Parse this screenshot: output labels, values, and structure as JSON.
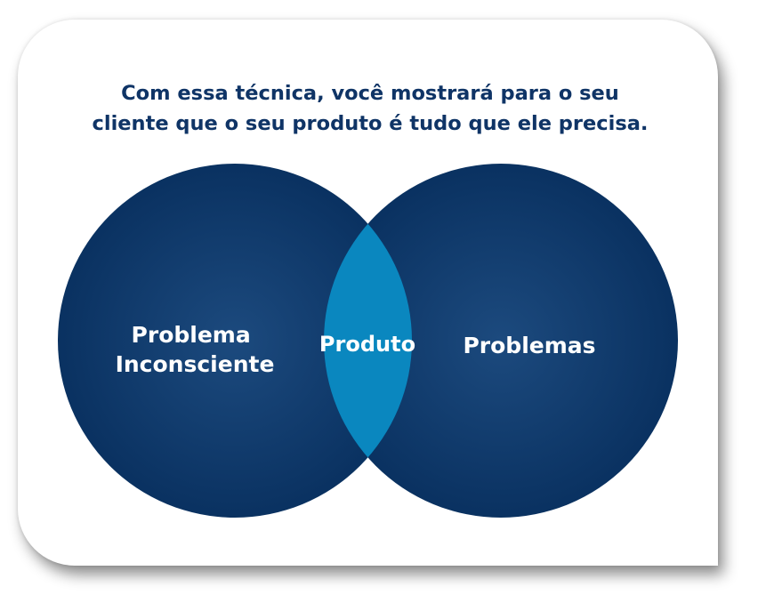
{
  "headline": {
    "line1": "Com essa técnica, você mostrará para o seu",
    "line2": "cliente que o seu produto é tudo que ele precisa."
  },
  "venn": {
    "left": {
      "line1": "Problema",
      "line2": "Inconsciente"
    },
    "center": {
      "label": "Produto"
    },
    "right": {
      "label": "Problemas"
    }
  },
  "colors": {
    "headline": "#0f3466",
    "circle_outer": "#082f5e",
    "circle_inner": "#1c4a7e",
    "intersection": "#0a87bf",
    "label": "#ffffff"
  }
}
